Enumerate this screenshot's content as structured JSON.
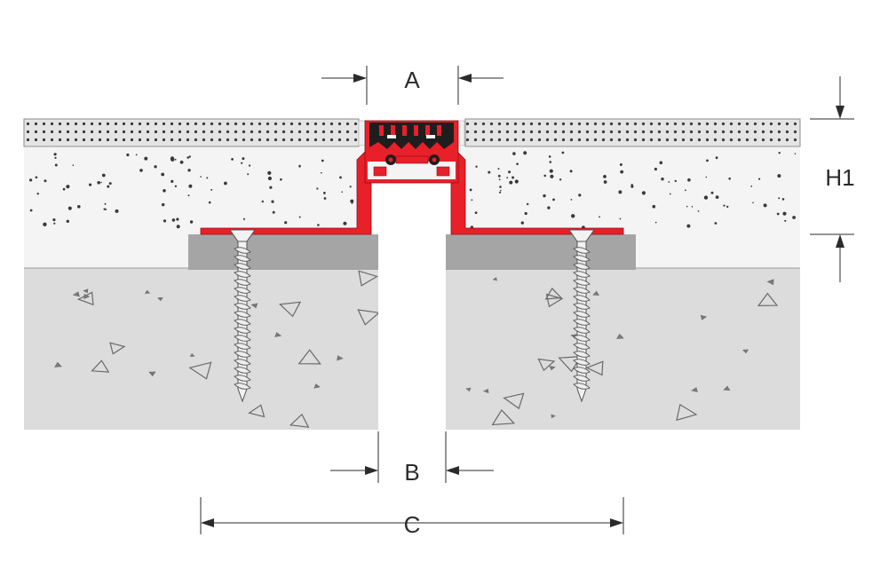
{
  "diagram": {
    "labels": {
      "gap_top": "A",
      "gap_bottom": "B",
      "total_width": "C",
      "height": "H1"
    },
    "colors": {
      "profile_red": "#e8202a",
      "insert_black": "#1e1e1e",
      "tile_fill": "#e4e4e4",
      "screed_fill": "#f4f4f4",
      "concrete_fill": "#dcdcdc",
      "base_plate": "#a5a5a6",
      "dim_line": "#2b2b2b"
    }
  }
}
